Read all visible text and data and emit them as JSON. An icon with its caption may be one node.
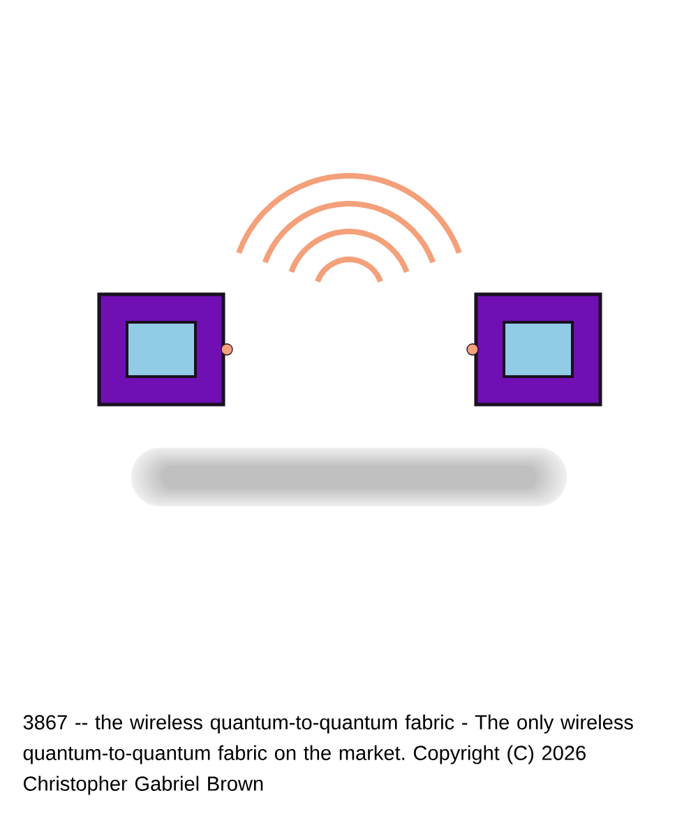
{
  "diagram": {
    "nodes": [
      {
        "text": [],
        "shape": "box"
      },
      {
        "text": [],
        "shape": "box"
      }
    ],
    "caption": "3867 -- the wireless quantum-to-quantum fabric - The only wireless quantum-to-quantum fabric on the market. Copyright (C) 2026 Christopher Gabriel Brown"
  }
}
